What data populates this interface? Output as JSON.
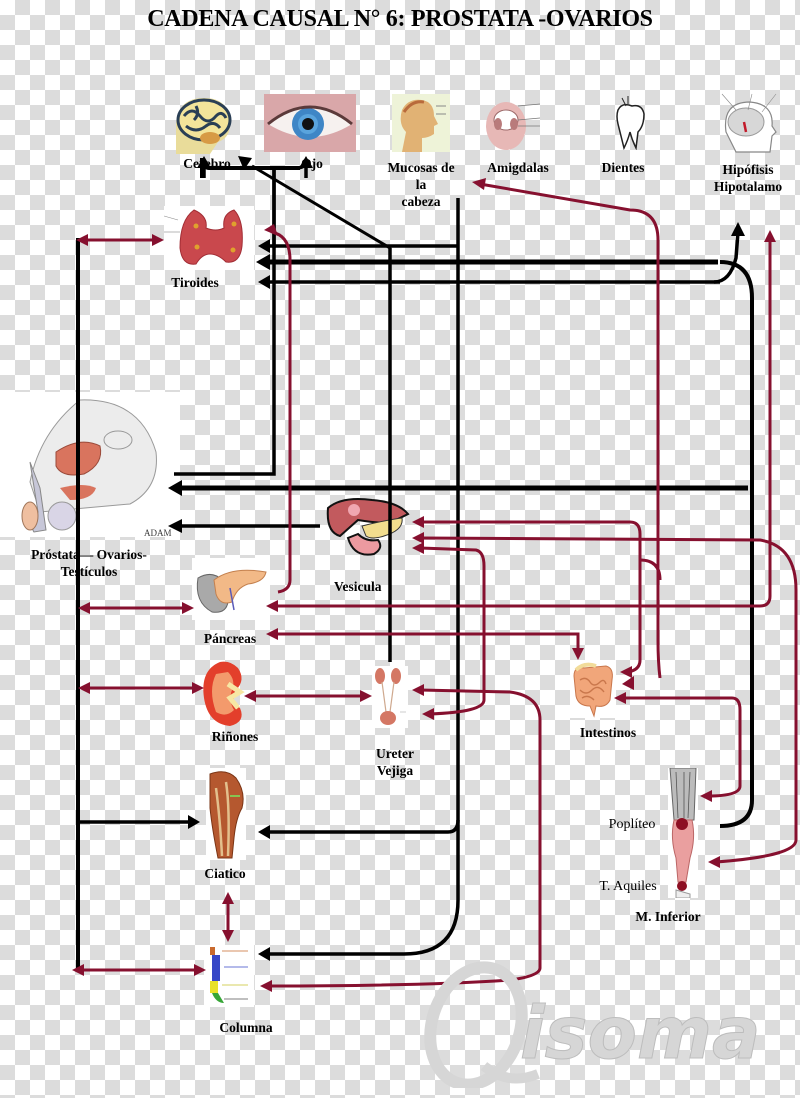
{
  "title": "CADENA CAUSAL N° 6:  PROSTATA -OVARIOS",
  "colors": {
    "black_path": "#000000",
    "red_path": "#86102f",
    "background_check": "#dcdcdc",
    "watermark": "#d6d6d6"
  },
  "nodes": {
    "cerebro": {
      "label": "Cerebro",
      "icon": "brain-icon"
    },
    "ojo": {
      "label": "Ojo",
      "icon": "eye-icon"
    },
    "mucosas": {
      "label_lines": [
        "Mucosas de",
        "la",
        "cabeza"
      ],
      "icon": "head-icon"
    },
    "amigdalas": {
      "label": "Amigdalas",
      "icon": "throat-icon"
    },
    "dientes": {
      "label": "Dientes",
      "icon": "tooth-icon"
    },
    "hipofisis": {
      "label_lines": [
        "Hipófisis",
        "Hipotalamo"
      ],
      "icon": "brain-section-icon"
    },
    "tiroides": {
      "label": "Tiroides",
      "icon": "thyroid-icon"
    },
    "prostata": {
      "label_lines": [
        "Próstata— Ovarios-",
        "Testículos"
      ],
      "icon": "pelvis-icon",
      "credit": "ADAM"
    },
    "vesicula": {
      "label": "Vesicula",
      "icon": "liver-icon"
    },
    "pancreas": {
      "label": "Páncreas",
      "icon": "pancreas-icon"
    },
    "rinones": {
      "label": "Riñones",
      "icon": "kidney-icon"
    },
    "ureter": {
      "label_lines": [
        "Ureter",
        "Vejiga"
      ],
      "icon": "urinary-icon"
    },
    "intestinos": {
      "label": "Intestinos",
      "icon": "intestine-icon"
    },
    "ciatico": {
      "label": "Ciatico",
      "icon": "thigh-icon"
    },
    "columna": {
      "label": "Columna",
      "icon": "spine-icon"
    },
    "inferior": {
      "label": "M. Inferior",
      "icon": "leg-icon",
      "points": [
        "Poplíteo",
        "T. Aquiles"
      ]
    }
  },
  "watermark": "Qisoma"
}
